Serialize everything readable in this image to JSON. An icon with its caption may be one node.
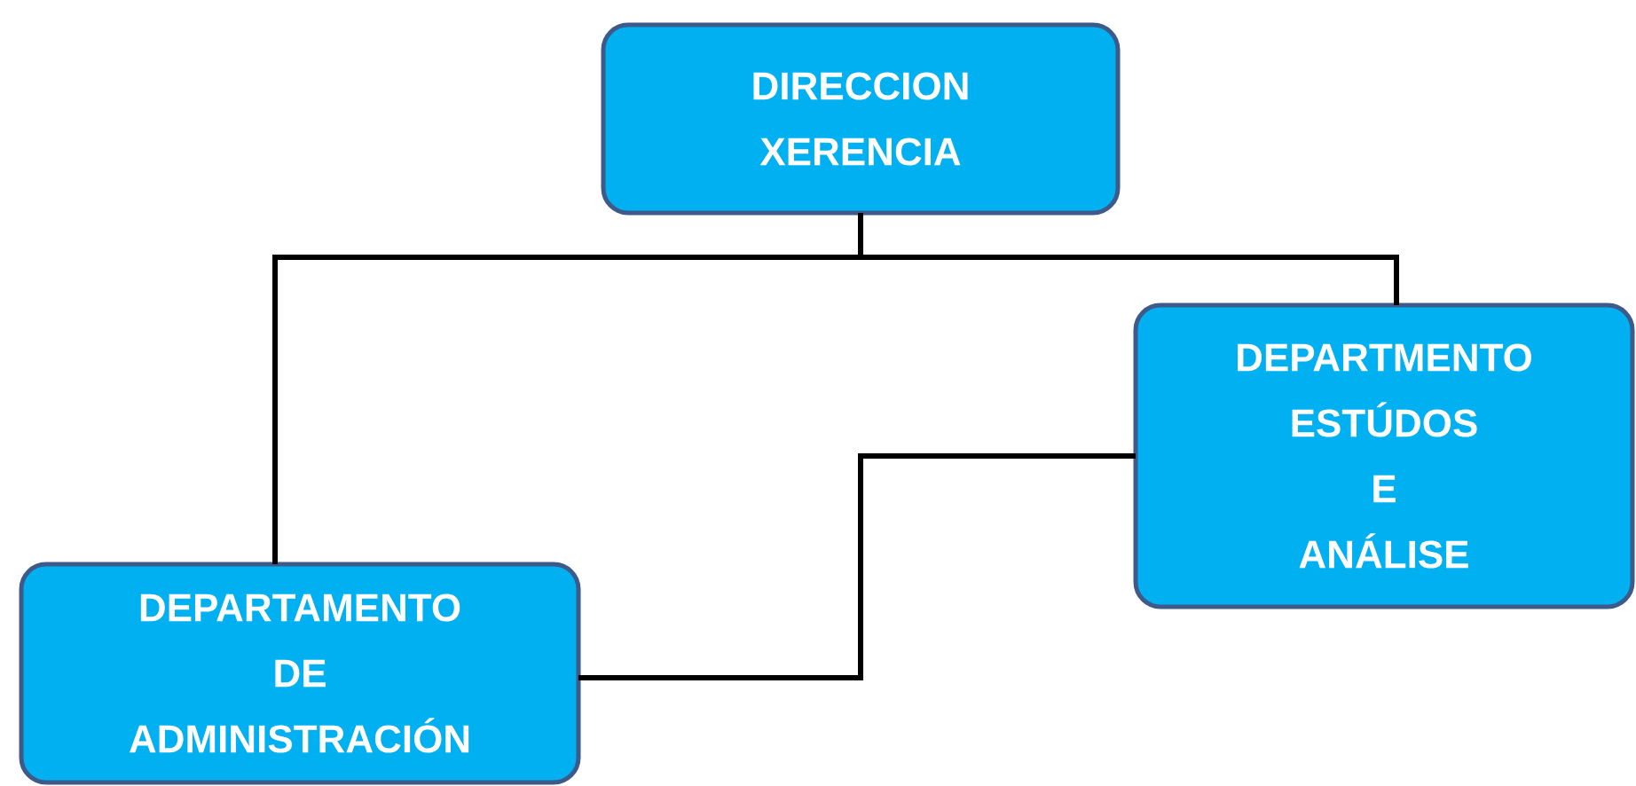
{
  "diagram": {
    "nodes": [
      {
        "text": [
          "DIRECCION XERENCIA"
        ]
      },
      {
        "text": [
          "DEPARTMENTO ESTÚDOS E ANÁLISE"
        ]
      },
      {
        "text": [
          "DEPARTAMENTO DE ADMINISTRACIÓN"
        ]
      }
    ],
    "edges": [
      {
        "from": 0,
        "to": 1,
        "arrow": "none"
      },
      {
        "from": 0,
        "to": 2,
        "arrow": "none"
      },
      {
        "from": 1,
        "to": 2,
        "arrow": "none"
      }
    ]
  }
}
